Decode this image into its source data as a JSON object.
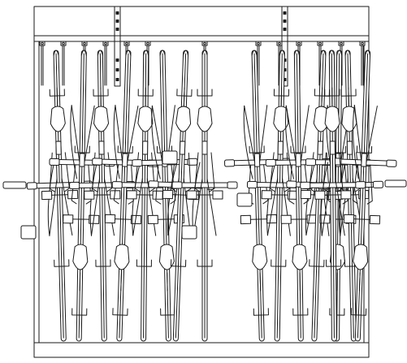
{
  "colors": {
    "background": "#ffffff",
    "stroke": "#1a1a1a",
    "fill": "#ffffff"
  },
  "rack": {
    "bike_count": 16,
    "view": "front elevation",
    "bikes": [
      {
        "side": "left",
        "orientation": "down",
        "tilt": -1.5
      },
      {
        "side": "left",
        "orientation": "up",
        "tilt": 1.0
      },
      {
        "side": "left",
        "orientation": "down",
        "tilt": -0.8
      },
      {
        "side": "left",
        "orientation": "up",
        "tilt": 1.8
      },
      {
        "side": "left",
        "orientation": "down",
        "tilt": 0.5
      },
      {
        "side": "left",
        "orientation": "up",
        "tilt": -1.2
      },
      {
        "side": "left",
        "orientation": "down",
        "tilt": 2.0
      },
      {
        "side": "center",
        "orientation": "down",
        "tilt": 0.0
      },
      {
        "side": "right",
        "orientation": "up",
        "tilt": -1.5
      },
      {
        "side": "right",
        "orientation": "down",
        "tilt": 1.0
      },
      {
        "side": "right",
        "orientation": "up",
        "tilt": -0.8
      },
      {
        "side": "right",
        "orientation": "down",
        "tilt": 1.8
      },
      {
        "side": "right",
        "orientation": "up",
        "tilt": 0.5
      },
      {
        "side": "right",
        "orientation": "down",
        "tilt": -1.2
      },
      {
        "side": "right",
        "orientation": "up",
        "tilt": 2.0
      },
      {
        "side": "right",
        "orientation": "down",
        "tilt": -0.5
      }
    ]
  }
}
